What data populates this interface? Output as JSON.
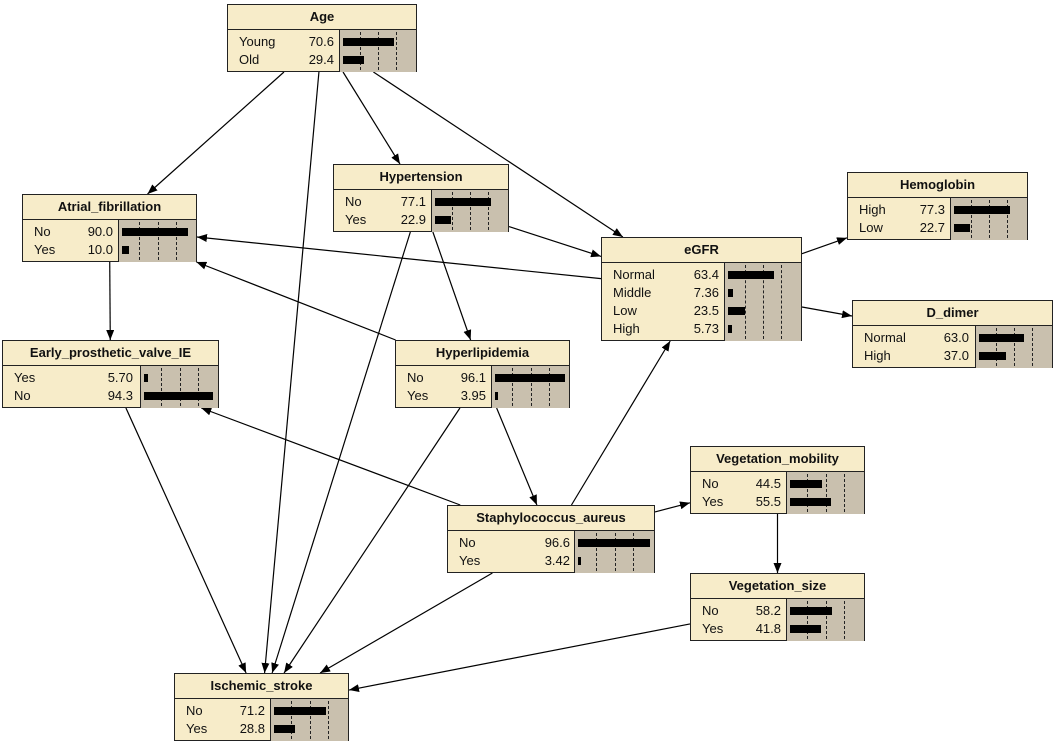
{
  "nodes": [
    {
      "id": "age",
      "title": "Age",
      "states": [
        {
          "label": "Young",
          "value": "70.6",
          "p": 70.6
        },
        {
          "label": "Old",
          "value": "29.4",
          "p": 29.4
        }
      ]
    },
    {
      "id": "hypertension",
      "title": "Hypertension",
      "states": [
        {
          "label": "No",
          "value": "77.1",
          "p": 77.1
        },
        {
          "label": "Yes",
          "value": "22.9",
          "p": 22.9
        }
      ]
    },
    {
      "id": "atrial_fibrillation",
      "title": "Atrial_fibrillation",
      "states": [
        {
          "label": "No",
          "value": "90.0",
          "p": 90.0
        },
        {
          "label": "Yes",
          "value": "10.0",
          "p": 10.0
        }
      ]
    },
    {
      "id": "hemoglobin",
      "title": "Hemoglobin",
      "states": [
        {
          "label": "High",
          "value": "77.3",
          "p": 77.3
        },
        {
          "label": "Low",
          "value": "22.7",
          "p": 22.7
        }
      ]
    },
    {
      "id": "egfr",
      "title": "eGFR",
      "states": [
        {
          "label": "Normal",
          "value": "63.4",
          "p": 63.4
        },
        {
          "label": "Middle",
          "value": "7.36",
          "p": 7.36
        },
        {
          "label": "Low",
          "value": "23.5",
          "p": 23.5
        },
        {
          "label": "High",
          "value": "5.73",
          "p": 5.73
        }
      ]
    },
    {
      "id": "d_dimer",
      "title": "D_dimer",
      "states": [
        {
          "label": "Normal",
          "value": "63.0",
          "p": 63.0
        },
        {
          "label": "High",
          "value": "37.0",
          "p": 37.0
        }
      ]
    },
    {
      "id": "early_pve",
      "title": "Early_prosthetic_valve_IE",
      "states": [
        {
          "label": "Yes",
          "value": "5.70",
          "p": 5.7
        },
        {
          "label": "No",
          "value": "94.3",
          "p": 94.3
        }
      ]
    },
    {
      "id": "hyperlipidemia",
      "title": "Hyperlipidemia",
      "states": [
        {
          "label": "No",
          "value": "96.1",
          "p": 96.1
        },
        {
          "label": "Yes",
          "value": "3.95",
          "p": 3.95
        }
      ]
    },
    {
      "id": "veg_mobility",
      "title": "Vegetation_mobility",
      "states": [
        {
          "label": "No",
          "value": "44.5",
          "p": 44.5
        },
        {
          "label": "Yes",
          "value": "55.5",
          "p": 55.5
        }
      ]
    },
    {
      "id": "staph",
      "title": "Staphylococcus_aureus",
      "states": [
        {
          "label": "No",
          "value": "96.6",
          "p": 96.6
        },
        {
          "label": "Yes",
          "value": "3.42",
          "p": 3.42
        }
      ]
    },
    {
      "id": "veg_size",
      "title": "Vegetation_size",
      "states": [
        {
          "label": "No",
          "value": "58.2",
          "p": 58.2
        },
        {
          "label": "Yes",
          "value": "41.8",
          "p": 41.8
        }
      ]
    },
    {
      "id": "ischemic_stroke",
      "title": "Ischemic_stroke",
      "states": [
        {
          "label": "No",
          "value": "71.2",
          "p": 71.2
        },
        {
          "label": "Yes",
          "value": "28.8",
          "p": 28.8
        }
      ]
    }
  ],
  "edges": [
    [
      "age",
      "atrial_fibrillation"
    ],
    [
      "age",
      "hypertension"
    ],
    [
      "age",
      "egfr"
    ],
    [
      "age",
      "ischemic_stroke"
    ],
    [
      "hypertension",
      "egfr"
    ],
    [
      "hypertension",
      "hyperlipidemia"
    ],
    [
      "hypertension",
      "ischemic_stroke"
    ],
    [
      "atrial_fibrillation",
      "early_pve"
    ],
    [
      "egfr",
      "atrial_fibrillation"
    ],
    [
      "egfr",
      "hemoglobin"
    ],
    [
      "egfr",
      "d_dimer"
    ],
    [
      "hyperlipidemia",
      "atrial_fibrillation"
    ],
    [
      "hyperlipidemia",
      "staph"
    ],
    [
      "hyperlipidemia",
      "ischemic_stroke"
    ],
    [
      "early_pve",
      "ischemic_stroke"
    ],
    [
      "staph",
      "early_pve"
    ],
    [
      "staph",
      "egfr"
    ],
    [
      "staph",
      "veg_mobility"
    ],
    [
      "staph",
      "ischemic_stroke"
    ],
    [
      "veg_mobility",
      "veg_size"
    ],
    [
      "veg_size",
      "ischemic_stroke"
    ]
  ]
}
